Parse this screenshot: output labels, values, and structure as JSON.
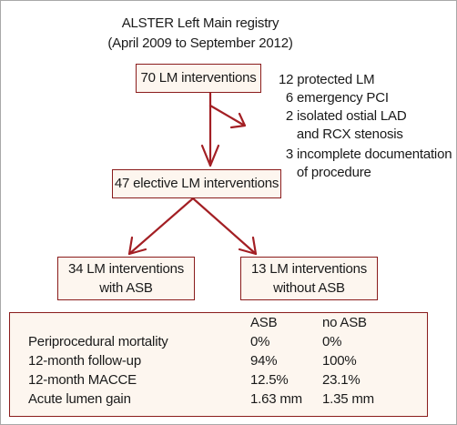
{
  "title": {
    "line1": "ALSTER Left Main registry",
    "line2": "(April 2009 to September 2012)"
  },
  "boxes": {
    "total": "70 LM interventions",
    "elective": "47 elective LM interventions",
    "with_asb_line1": "34 LM interventions",
    "with_asb_line2": "with ASB",
    "without_asb_line1": "13 LM interventions",
    "without_asb_line2": "without ASB"
  },
  "exclusions": [
    "12 protected LM",
    "  6 emergency PCI",
    "  2 isolated ostial LAD",
    "     and RCX stenosis",
    "  3 incomplete documentation",
    "     of procedure"
  ],
  "outcomes": {
    "headers": [
      "ASB",
      "no ASB"
    ],
    "rows": [
      {
        "label": "Periprocedural mortality",
        "asb": "0%",
        "no_asb": "0%"
      },
      {
        "label": "12-month follow-up",
        "asb": "94%",
        "no_asb": "100%"
      },
      {
        "label": "12-month MACCE",
        "asb": "12.5%",
        "no_asb": "23.1%"
      },
      {
        "label": "Acute lumen gain",
        "asb": "1.63 mm",
        "no_asb": "1.35 mm"
      }
    ]
  },
  "colors": {
    "arrow": "#a31f24",
    "box_border": "#8a1c1c",
    "box_fill": "#fdf6ef"
  }
}
